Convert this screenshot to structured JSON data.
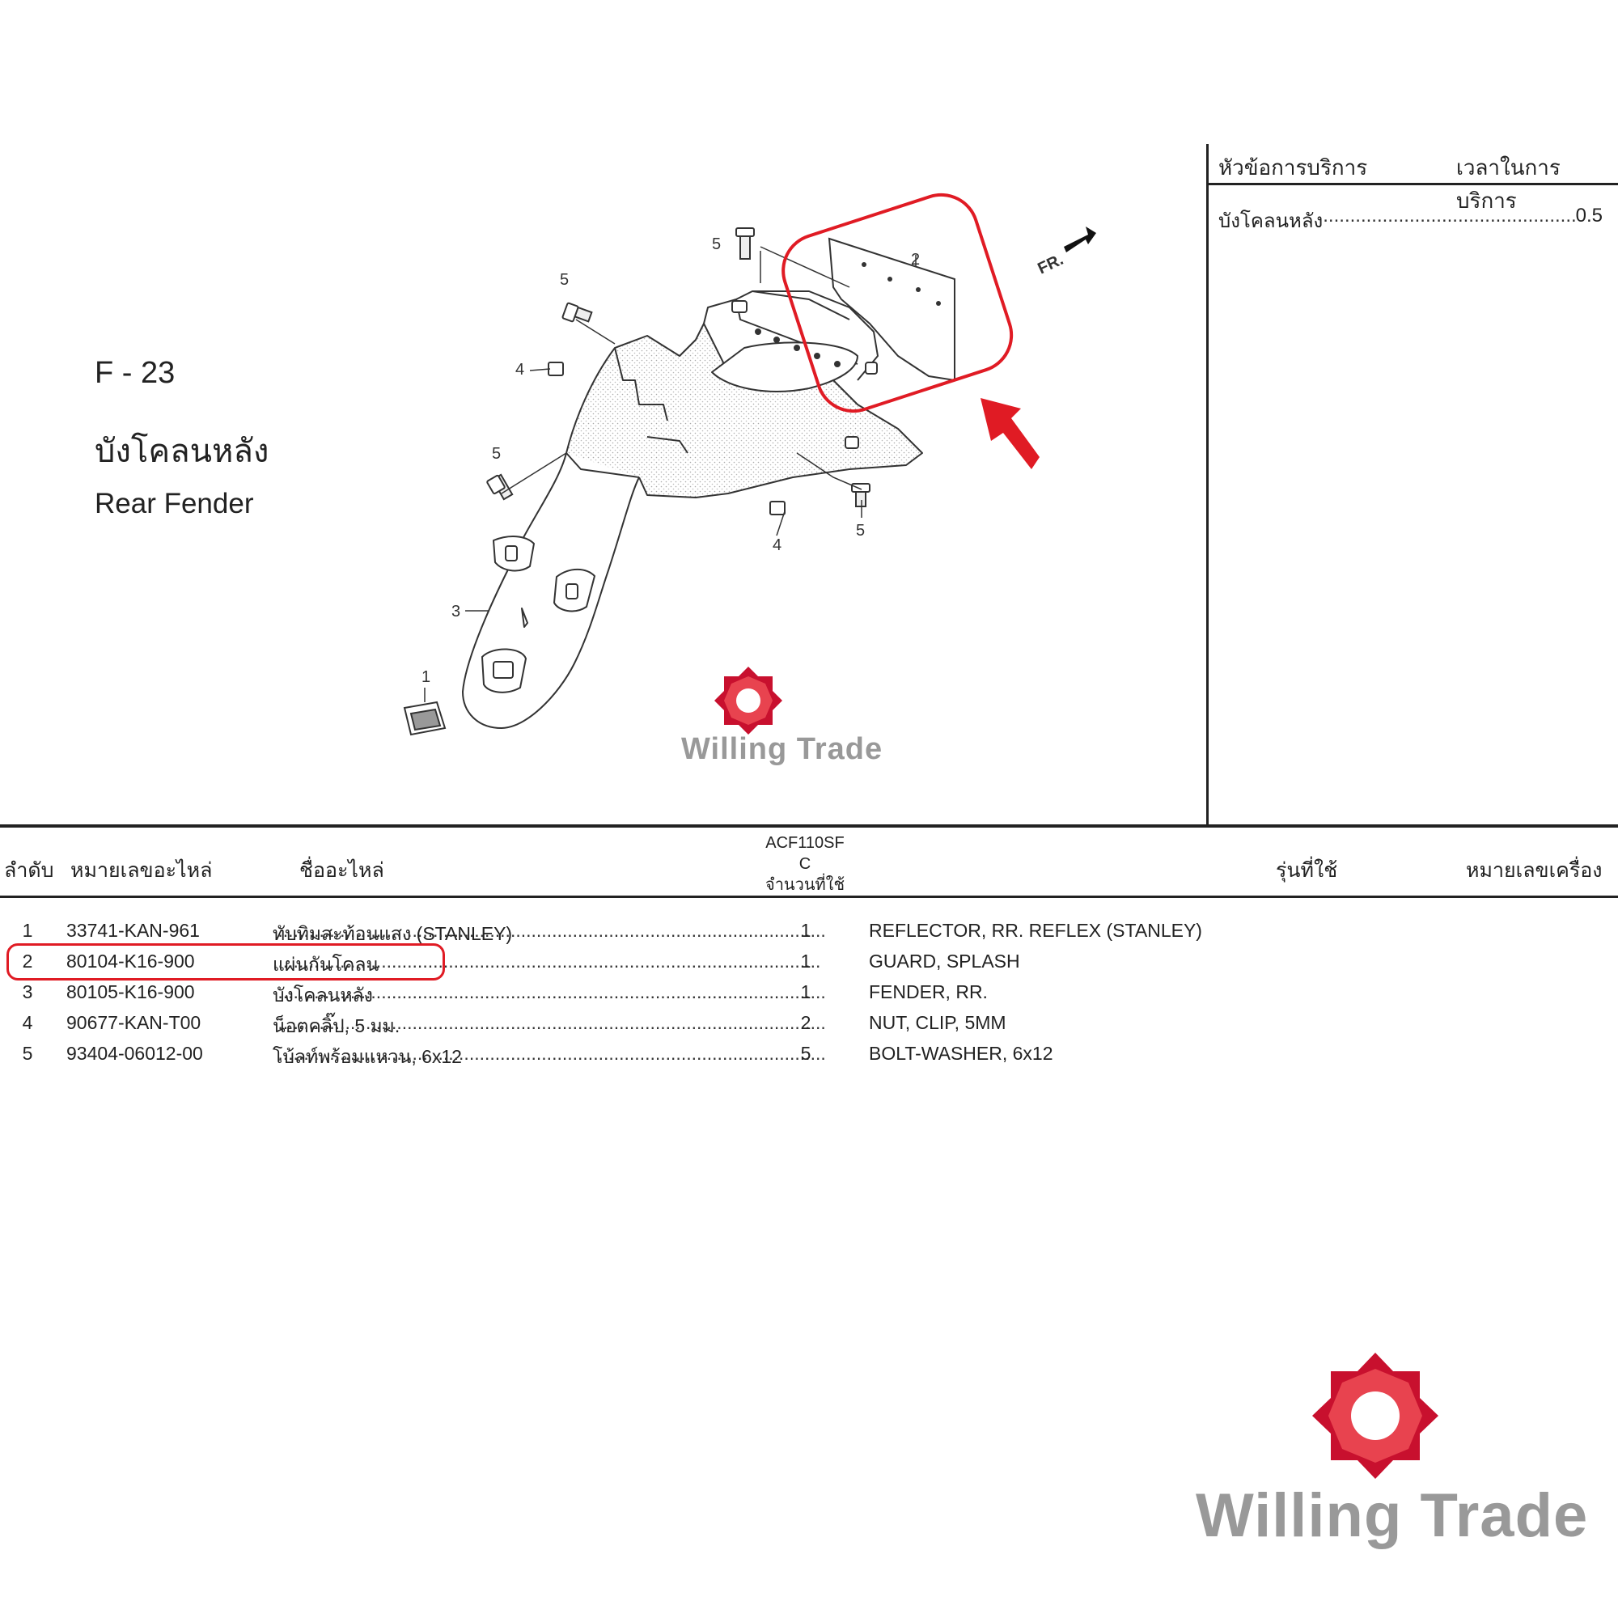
{
  "header": {
    "code": "F - 23",
    "title_th": "บังโคลนหลัง",
    "title_en": "Rear Fender"
  },
  "service": {
    "col_topic": "หัวข้อการบริการ",
    "col_time": "เวลาในการบริการ",
    "row_label": "บังโคลนหลัง",
    "row_time": "0.5"
  },
  "diagram": {
    "labels": [
      "1",
      "2",
      "3",
      "4",
      "4",
      "5",
      "5",
      "5",
      "5"
    ],
    "front_label": "FR."
  },
  "table": {
    "headers": {
      "no": "ลำดับ",
      "part_no": "หมายเลขอะไหล่",
      "name": "ชื่ออะไหล่",
      "model_line1": "ACF110SF",
      "model_line2": "C",
      "qty": "จำนวนที่ใช้",
      "models": "รุ่นที่ใช้",
      "engine_no": "หมายเลขเครื่อง"
    },
    "rows": [
      {
        "no": "1",
        "part_no": "33741-KAN-961",
        "name_th": "ทับทิมสะท้อนแสง (STANLEY)",
        "qty": "1",
        "name_en": "REFLECTOR, RR. REFLEX (STANLEY)"
      },
      {
        "no": "2",
        "part_no": "80104-K16-900",
        "name_th": "แผ่นกันโคลน",
        "qty": "1",
        "name_en": "GUARD, SPLASH"
      },
      {
        "no": "3",
        "part_no": "80105-K16-900",
        "name_th": "บังโคลนหลัง",
        "qty": "1",
        "name_en": "FENDER, RR."
      },
      {
        "no": "4",
        "part_no": "90677-KAN-T00",
        "name_th": "น็อตคลิ๊ป, 5 มม.",
        "qty": "2",
        "name_en": "NUT, CLIP, 5MM"
      },
      {
        "no": "5",
        "part_no": "93404-06012-00",
        "name_th": "โบ้ลท์พร้อมแหวน, 6x12",
        "qty": "5",
        "name_en": "BOLT-WASHER, 6x12"
      }
    ]
  },
  "watermark": {
    "text": "Willing Trade"
  },
  "colors": {
    "highlight": "#e01b24",
    "logo_red": "#c8102e",
    "watermark_gray": "#999999"
  }
}
